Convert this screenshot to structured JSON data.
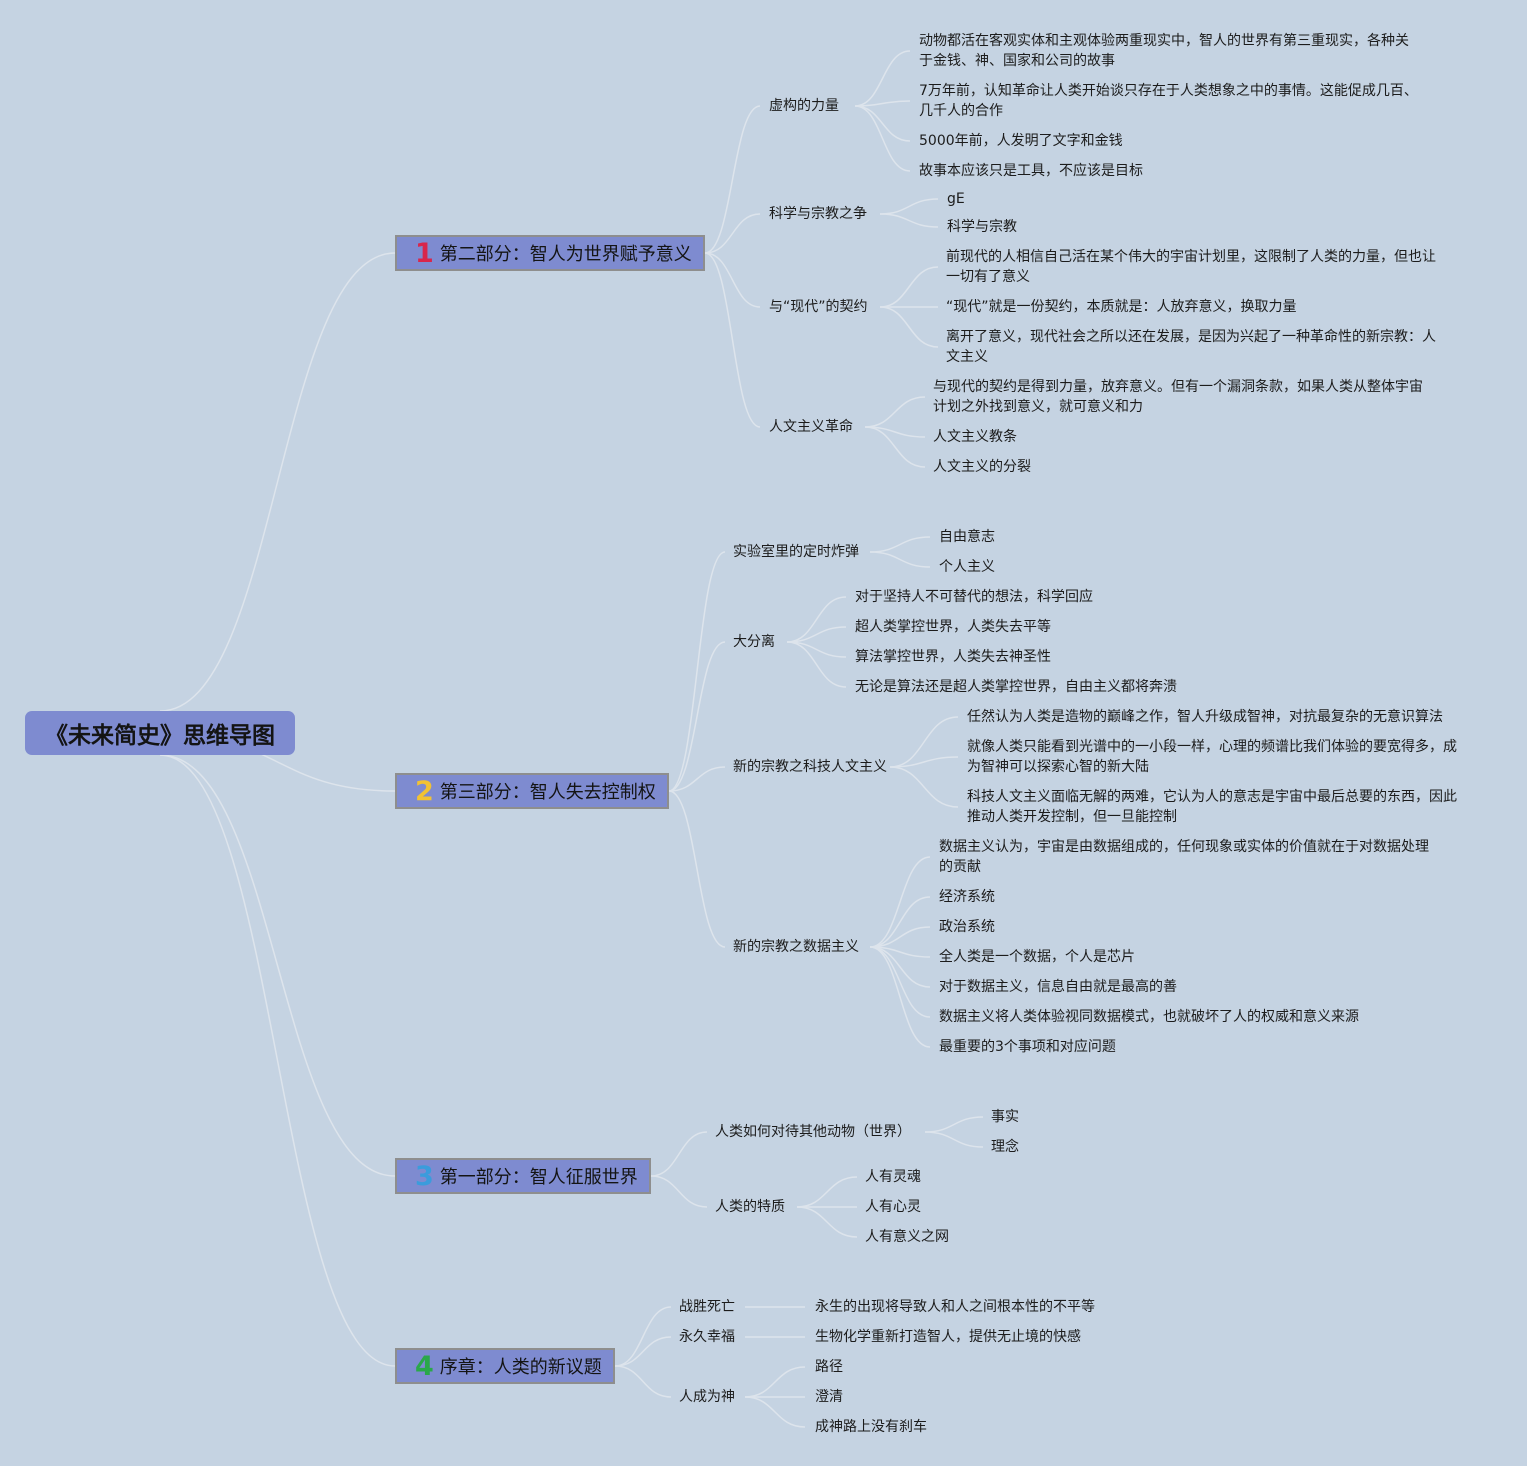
{
  "colors": {
    "background": "#c5d3e2",
    "node_fill": "#7e8bd0",
    "link": "#dde4ec",
    "num1": "#d8264c",
    "num2": "#f2c233",
    "num3": "#3b9cdc",
    "num4": "#2aa84a"
  },
  "root": {
    "title": "《未来简史》思维导图"
  },
  "sections": [
    {
      "num": "1",
      "title": "第二部分：智人为世界赋予意义",
      "topics": [
        {
          "label": "虚构的力量",
          "items": [
            "动物都活在客观实体和主观体验两重现实中，智人的世界有第三重现实，各种关于金钱、神、国家和公司的故事",
            "7万年前，认知革命让人类开始谈只存在于人类想象之中的事情。这能促成几百、几千人的合作",
            "5000年前，人发明了文字和金钱",
            "故事本应该只是工具，不应该是目标"
          ]
        },
        {
          "label": "科学与宗教之争",
          "items": [
            "gE",
            "科学与宗教"
          ]
        },
        {
          "label": "与“现代”的契约",
          "items": [
            "前现代的人相信自己活在某个伟大的宇宙计划里，这限制了人类的力量，但也让一切有了意义",
            "“现代”就是一份契约，本质就是：人放弃意义，换取力量",
            "离开了意义，现代社会之所以还在发展，是因为兴起了一种革命性的新宗教：人文主义"
          ]
        },
        {
          "label": "人文主义革命",
          "items": [
            "与现代的契约是得到力量，放弃意义。但有一个漏洞条款，如果人类从整体宇宙计划之外找到意义，就可意义和力",
            "人文主义教条",
            "人文主义的分裂"
          ]
        }
      ]
    },
    {
      "num": "2",
      "title": "第三部分：智人失去控制权",
      "topics": [
        {
          "label": "实验室里的定时炸弹",
          "items": [
            "自由意志",
            "个人主义"
          ]
        },
        {
          "label": "大分离",
          "items": [
            "对于坚持人不可替代的想法，科学回应",
            "超人类掌控世界，人类失去平等",
            "算法掌控世界，人类失去神圣性",
            "无论是算法还是超人类掌控世界，自由主义都将奔溃"
          ]
        },
        {
          "label": "新的宗教之科技人文主义",
          "items": [
            "任然认为人类是造物的巅峰之作，智人升级成智神，对抗最复杂的无意识算法",
            "就像人类只能看到光谱中的一小段一样，心理的频谱比我们体验的要宽得多，成为智神可以探索心智的新大陆",
            "科技人文主义面临无解的两难，它认为人的意志是宇宙中最后总要的东西，因此推动人类开发控制，但一旦能控制"
          ]
        },
        {
          "label": "新的宗教之数据主义",
          "items": [
            "数据主义认为，宇宙是由数据组成的，任何现象或实体的价值就在于对数据处理的贡献",
            "经济系统",
            "政治系统",
            "全人类是一个数据，个人是芯片",
            "对于数据主义，信息自由就是最高的善",
            "数据主义将人类体验视同数据模式，也就破坏了人的权威和意义来源",
            "最重要的3个事项和对应问题"
          ]
        }
      ]
    },
    {
      "num": "3",
      "title": "第一部分：智人征服世界",
      "topics": [
        {
          "label": "人类如何对待其他动物（世界）",
          "items": [
            "事实",
            "理念"
          ]
        },
        {
          "label": "人类的特质",
          "items": [
            "人有灵魂",
            "人有心灵",
            "人有意义之网"
          ]
        }
      ]
    },
    {
      "num": "4",
      "title": "序章：人类的新议题",
      "topics": [
        {
          "label": "战胜死亡",
          "items": [
            "永生的出现将导致人和人之间根本性的不平等"
          ]
        },
        {
          "label": "永久幸福",
          "items": [
            "生物化学重新打造智人，提供无止境的快感"
          ]
        },
        {
          "label": "人成为神",
          "items": [
            "路径",
            "澄清",
            "成神路上没有刹车"
          ]
        }
      ]
    }
  ]
}
